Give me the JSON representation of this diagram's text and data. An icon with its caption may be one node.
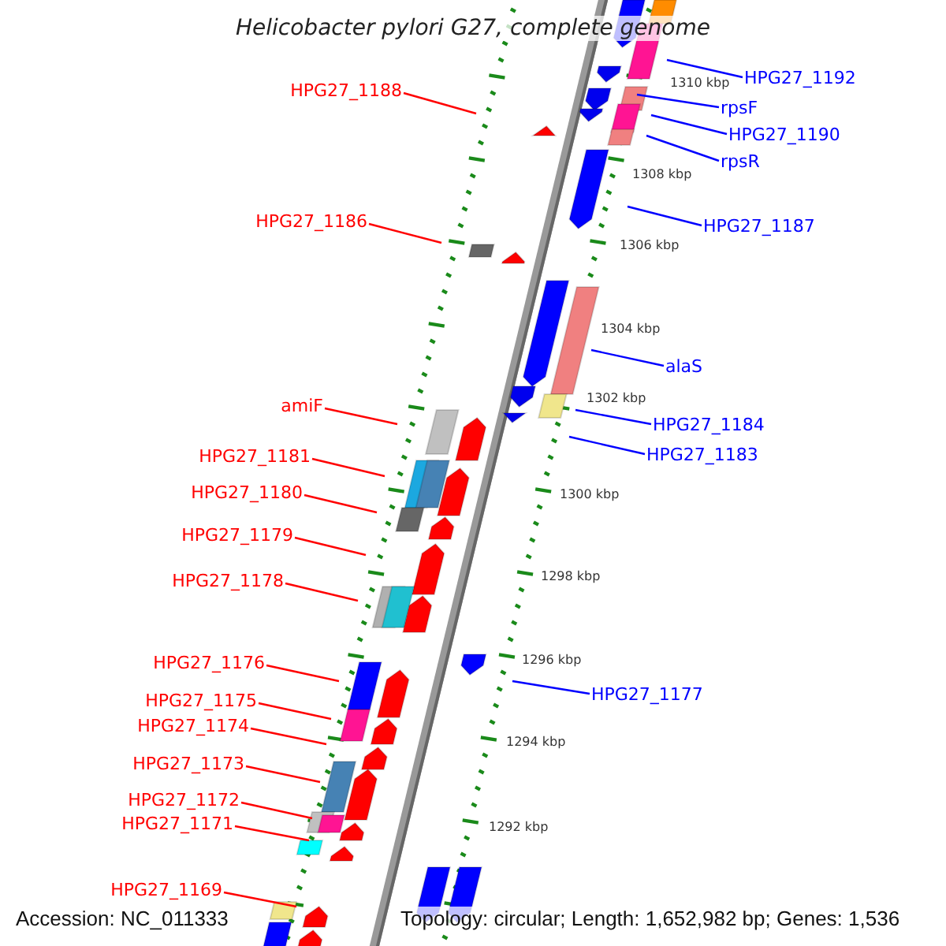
{
  "diagram": {
    "title": "Helicobacter pylori G27, complete genome",
    "nodes": [
      {
        "text": [
          "HPG27_1192"
        ]
      },
      {
        "text": [
          "rpsF"
        ]
      },
      {
        "text": [
          "HPG27_1188"
        ]
      },
      {
        "text": [
          "HPG27_1190"
        ]
      },
      {
        "text": [
          "rpsR"
        ]
      },
      {
        "text": [
          "HPG27_1186"
        ]
      },
      {
        "text": [
          "HPG27_1187"
        ]
      },
      {
        "text": [
          "alaS"
        ]
      },
      {
        "text": [
          "amiF"
        ]
      },
      {
        "text": [
          "HPG27_1184"
        ]
      },
      {
        "text": [
          "HPG27_1183"
        ]
      },
      {
        "text": [
          "HPG27_1181"
        ]
      },
      {
        "text": [
          "HPG27_1180"
        ]
      },
      {
        "text": [
          "HPG27_1179"
        ]
      },
      {
        "text": [
          "HPG27_1178"
        ]
      },
      {
        "text": [
          "HPG27_1176"
        ]
      },
      {
        "text": [
          "HPG27_1177"
        ]
      },
      {
        "text": [
          "HPG27_1175"
        ]
      },
      {
        "text": [
          "HPG27_1174"
        ]
      },
      {
        "text": [
          "HPG27_1173"
        ]
      },
      {
        "text": [
          "HPG27_1172"
        ]
      },
      {
        "text": [
          "HPG27_1171"
        ]
      },
      {
        "text": [
          "HPG27_1169"
        ]
      }
    ],
    "edges": [
      {
        "from": 0,
        "to": null,
        "arrow": "none",
        "color": "#0000ff"
      },
      {
        "from": 1,
        "to": null,
        "arrow": "none",
        "color": "#0000ff"
      },
      {
        "from": 2,
        "to": null,
        "arrow": "none"
      },
      {
        "from": 3,
        "to": null,
        "arrow": "none",
        "color": "#0000ff"
      },
      {
        "from": 4,
        "to": null,
        "arrow": "none",
        "color": "#0000ff"
      },
      {
        "from": 5,
        "to": null,
        "arrow": "none"
      },
      {
        "from": 6,
        "to": null,
        "arrow": "none",
        "color": "#0000ff"
      },
      {
        "from": 7,
        "to": null,
        "arrow": "none",
        "color": "#0000ff"
      },
      {
        "from": 8,
        "to": null,
        "arrow": "none"
      },
      {
        "from": 9,
        "to": null,
        "arrow": "none",
        "color": "#0000ff"
      },
      {
        "from": 10,
        "to": null,
        "arrow": "none",
        "color": "#0000ff"
      },
      {
        "from": 11,
        "to": null,
        "arrow": "none"
      },
      {
        "from": 12,
        "to": null,
        "arrow": "none"
      },
      {
        "from": 13,
        "to": null,
        "arrow": "none"
      },
      {
        "from": 14,
        "to": null,
        "arrow": "none"
      },
      {
        "from": 15,
        "to": null,
        "arrow": "none"
      },
      {
        "from": 16,
        "to": null,
        "arrow": "none",
        "color": "#0000ff"
      },
      {
        "from": 17,
        "to": null,
        "arrow": "none"
      },
      {
        "from": 18,
        "to": null,
        "arrow": "none"
      },
      {
        "from": 19,
        "to": null,
        "arrow": "none"
      },
      {
        "from": 20,
        "to": null,
        "arrow": "none"
      },
      {
        "from": 21,
        "to": null,
        "arrow": "none"
      },
      {
        "from": 22,
        "to": null,
        "arrow": "none"
      }
    ],
    "labels": [
      "1310 kbp",
      "1308 kbp",
      "1306 kbp",
      "1304 kbp",
      "1302 kbp",
      "1300 kbp",
      "1298 kbp",
      "1296 kbp",
      "1294 kbp",
      "1292 kbp",
      "Accession: NC_011333",
      "Topology: circular; Length: 1,652,982 bp; Genes: 1,536"
    ]
  }
}
